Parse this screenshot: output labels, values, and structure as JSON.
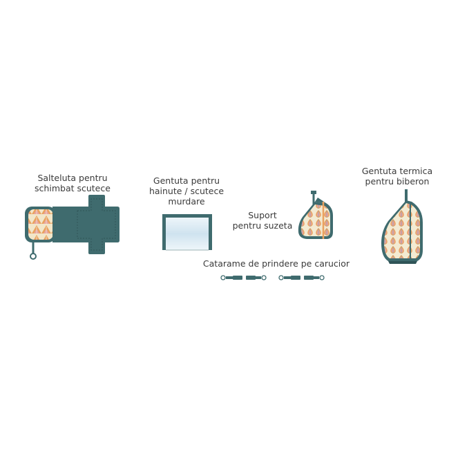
{
  "colors": {
    "teal": "#3f6b6e",
    "teal_dark": "#2f5457",
    "pattern_orange": "#e9a25f",
    "pattern_pink": "#e8a3a0",
    "pattern_cream": "#f2e6c9",
    "pattern_gray": "#9bb3b3",
    "clear_pouch": "#dcebf3"
  },
  "products": {
    "changing_mat": {
      "label": "Salteluta pentru\nschimbat scutece",
      "icon": "changing-mat-icon"
    },
    "wet_bag": {
      "label": "Gentuta pentru\nhainute / scutece\nmurdare",
      "icon": "clear-pouch-icon"
    },
    "pacifier_holder": {
      "label": "Suport\npentru suzeta",
      "icon": "pacifier-pouch-icon"
    },
    "bottle_bag": {
      "label": "Gentuta termica\npentru biberon",
      "icon": "thermal-bag-icon"
    },
    "stroller_clips": {
      "label": "Catarame de prindere pe carucior",
      "icon": "stroller-clip-icon"
    }
  }
}
